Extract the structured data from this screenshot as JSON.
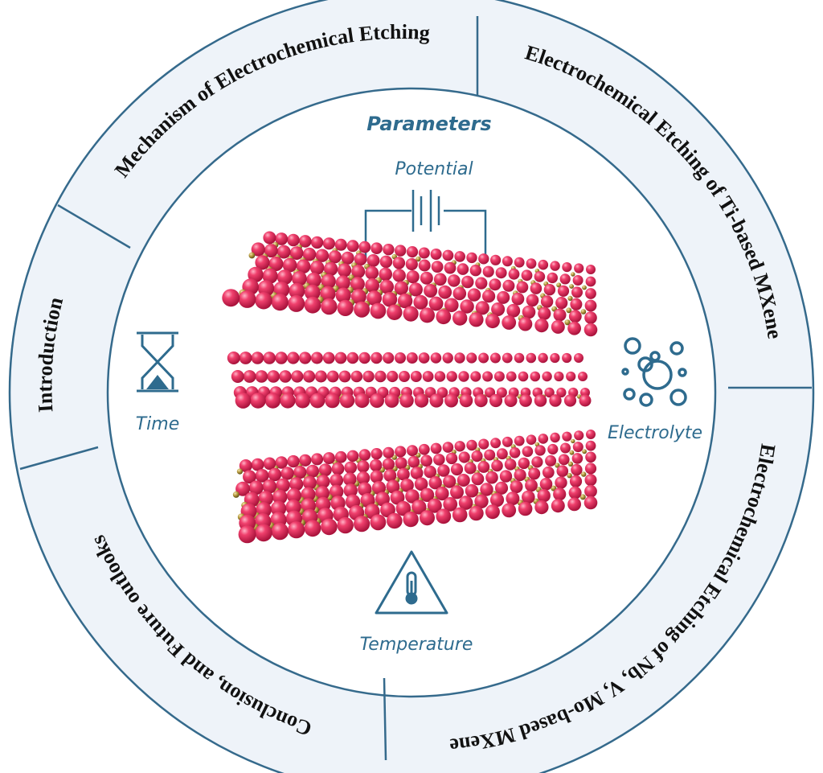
{
  "colors": {
    "ring_fill": "#eef3f9",
    "ring_stroke": "#356a8c",
    "accent": "#2e6b8e",
    "atom_red": "#e8275a",
    "atom_gold": "#b59a3e"
  },
  "ring_sections": [
    {
      "id": "introduction",
      "label": "Introduction"
    },
    {
      "id": "mechanism",
      "label": "Mechanism of Electrochemical Etching"
    },
    {
      "id": "ti-based",
      "label": "Electrochemical Etching of  Ti-based MXene"
    },
    {
      "id": "nb-v-mo",
      "label": "Electrochemical Etching of Nb, V,  Mo-based MXene"
    },
    {
      "id": "conclusion",
      "label": "Conclusion, and  Future outlooks"
    }
  ],
  "center": {
    "title": "Parameters",
    "potential": "Potential",
    "time": "Time",
    "electrolyte": "Electrolyte",
    "temperature": "Temperature"
  },
  "icons": {
    "battery": "battery-icon",
    "hourglass": "hourglass-icon",
    "bubbles": "bubbles-icon",
    "thermometer": "thermometer-warning-icon",
    "crystal": "mxene-crystal-illustration"
  }
}
